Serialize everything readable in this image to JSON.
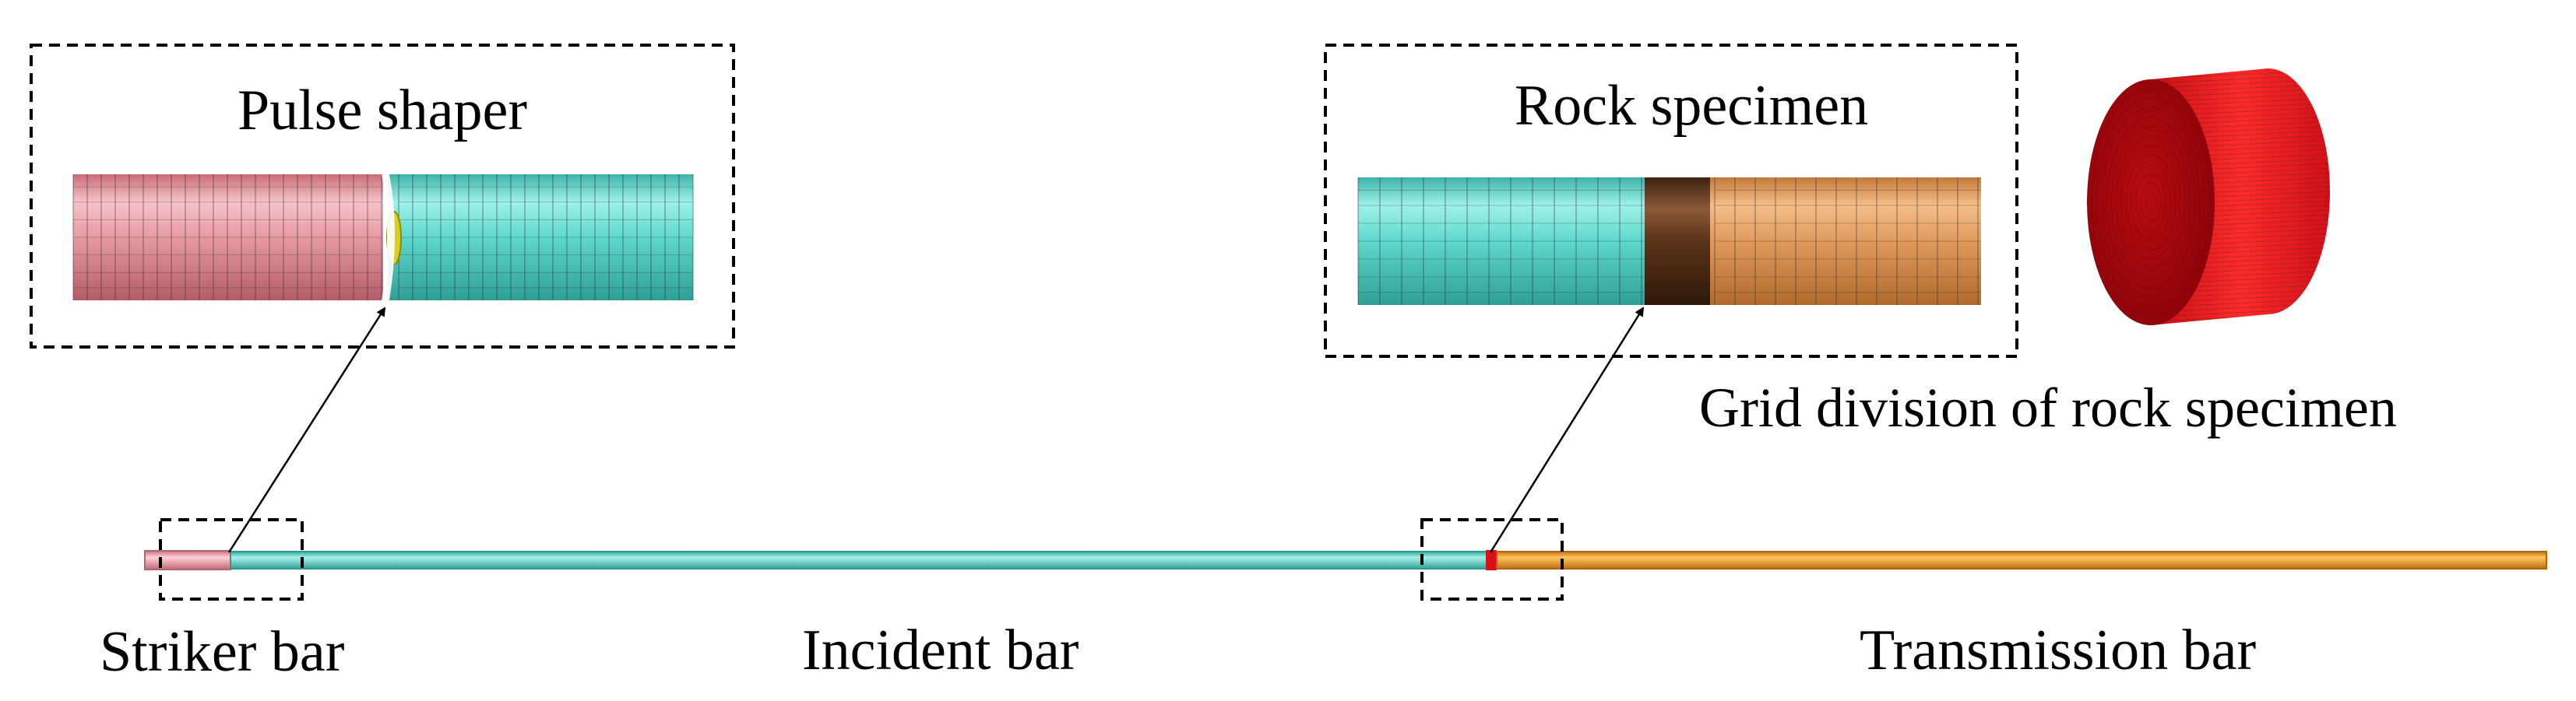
{
  "labels": {
    "pulse_shaper": "Pulse shaper",
    "rock_specimen": "Rock specimen",
    "grid_division": "Grid division of rock specimen",
    "striker_bar": "Striker bar",
    "incident_bar": "Incident bar",
    "transmission_bar": "Transmission bar"
  },
  "colors": {
    "striker": "#e79aa4",
    "incident": "#5fd8cc",
    "transmission": "#e79a4e",
    "specimen_band": "#5a3318",
    "specimen_disc": "#d81018",
    "pulse_shaper_disc": "#d8d020",
    "mesh_line": "#2a2a2a",
    "callout_border": "#000000"
  }
}
